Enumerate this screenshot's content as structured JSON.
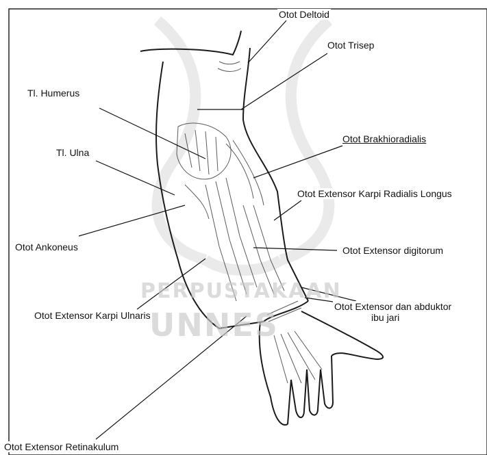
{
  "figure": {
    "background": "#ffffff",
    "ink": "#1a1a1a",
    "watermark_color": "#c9c9c9"
  },
  "watermark": {
    "line1": "PERPUSTAKAAN",
    "line2": "UNNES"
  },
  "labels": {
    "deltoid": "Otot Deltoid",
    "trisep": "Otot Trisep",
    "humerus": "Tl. Humerus",
    "ulna": "Tl. Ulna",
    "brakhioradialis": "Otot Brakhioradialis",
    "ext_karpi_radialis": "Otot Extensor Karpi Radialis Longus",
    "ankoneus": "Otot Ankoneus",
    "ext_digitorum": "Otot Extensor digitorum",
    "ext_abduktor_1": "Otot Extensor dan abduktor",
    "ext_abduktor_2": "ibu jari",
    "ext_karpi_ulnaris": "Otot Extensor Karpi Ulnaris",
    "ext_retinakulum": "Otot Extensor Retinakulum"
  }
}
